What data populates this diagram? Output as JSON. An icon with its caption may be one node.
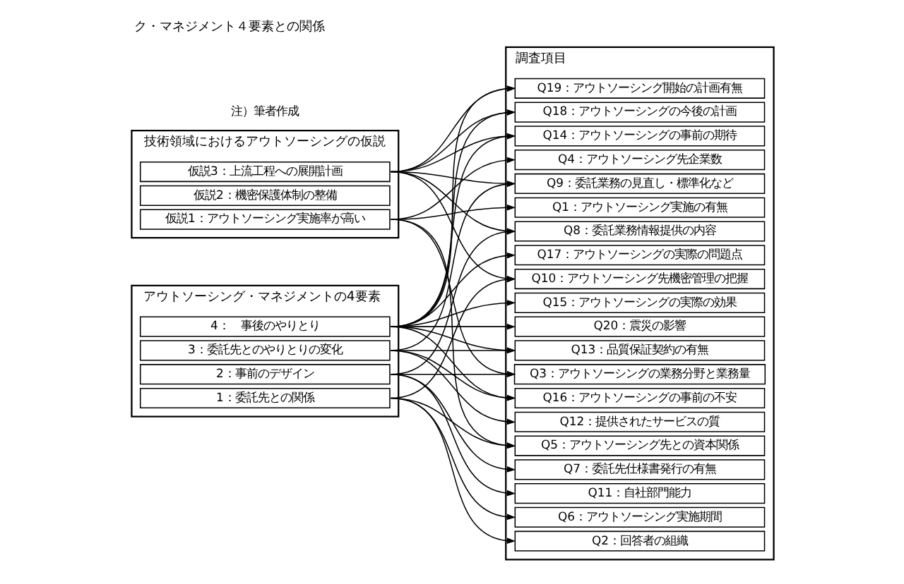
{
  "diagram": {
    "title": "ク・マネジメント４要素との関係",
    "nodes": [
      {
        "text": [
          "技術領域におけるアウトソーシングの仮説"
        ]
      },
      {
        "text": [
          "仮説1：アウトソーシング実施率が高い"
        ],
        "in": 0
      },
      {
        "text": [
          "仮説2：機密保護体制の整備"
        ],
        "in": 0
      },
      {
        "text": [
          "仮説3：上流工程への展開計画"
        ],
        "in": 0
      },
      {
        "text": [
          "アウトソーシング・マネジメントの4要素"
        ]
      },
      {
        "text": [
          "1：委託先との関係"
        ],
        "in": 4
      },
      {
        "text": [
          "2：事前のデザイン"
        ],
        "in": 4
      },
      {
        "text": [
          "3：委託先とのやりとりの変化"
        ],
        "in": 4
      },
      {
        "text": [
          "4：　事後のやりとり"
        ],
        "in": 4
      },
      {
        "text": [
          "調査項目"
        ]
      },
      {
        "text": [
          "Q1：アウトソーシング実施の有無"
        ],
        "in": 9
      },
      {
        "text": [
          "Q2：回答者の組織"
        ],
        "in": 9
      },
      {
        "text": [
          "Q3：アウトソーシングの業務分野と業務量"
        ],
        "in": 9
      },
      {
        "text": [
          "Q4：アウトソーシング先企業数"
        ],
        "in": 9
      },
      {
        "text": [
          "Q5：アウトソーシング先との資本関係"
        ],
        "in": 9
      },
      {
        "text": [
          "Q6：アウトソーシング実施期間"
        ],
        "in": 9
      },
      {
        "text": [
          "Q7：委託先仕様書発行の有無"
        ],
        "in": 9
      },
      {
        "text": [
          "Q8：委託業務情報提供の内容"
        ],
        "in": 9
      },
      {
        "text": [
          "Q9：委託業務の見直し・標準化など"
        ],
        "in": 9
      },
      {
        "text": [
          "Q10：アウトソーシング先機密管理の把握"
        ],
        "in": 9
      },
      {
        "text": [
          "Q11：自社部門能力"
        ],
        "in": 9
      },
      {
        "text": [
          "Q12：提供されたサービスの質"
        ],
        "in": 9
      },
      {
        "text": [
          "Q13：品質保証契約の有無"
        ],
        "in": 9
      },
      {
        "text": [
          "Q14：アウトソーシングの事前の期待"
        ],
        "in": 9
      },
      {
        "text": [
          "Q15：アウトソーシングの実際の効果"
        ],
        "in": 9
      },
      {
        "text": [
          "Q16：アウトソーシングの事前の不安"
        ],
        "in": 9
      },
      {
        "text": [
          "Q17：アウトソーシングの実際の問題点"
        ],
        "in": 9
      },
      {
        "text": [
          "Q18：アウトソーシングの今後の計画"
        ],
        "in": 9
      },
      {
        "text": [
          "Q19：アウトソーシング開始の計画有無"
        ],
        "in": 9
      },
      {
        "text": [
          "Q20：震災の影響"
        ],
        "in": 9
      }
    ],
    "edges": [
      {
        "from": 1,
        "to": 10,
        "arrow": "to"
      },
      {
        "from": 1,
        "to": 12,
        "arrow": "to"
      },
      {
        "from": 1,
        "to": 13,
        "arrow": "to"
      },
      {
        "from": 1,
        "to": 14,
        "arrow": "to"
      },
      {
        "from": 3,
        "to": 17,
        "arrow": "to"
      },
      {
        "from": 3,
        "to": 18,
        "arrow": "to"
      },
      {
        "from": 3,
        "to": 19,
        "arrow": "to"
      },
      {
        "from": 3,
        "to": 23,
        "arrow": "to"
      },
      {
        "from": 3,
        "to": 27,
        "arrow": "to"
      },
      {
        "from": 3,
        "to": 28,
        "arrow": "to"
      },
      {
        "from": 5,
        "to": 11,
        "arrow": "to"
      },
      {
        "from": 5,
        "to": 14,
        "arrow": "to"
      },
      {
        "from": 5,
        "to": 15,
        "arrow": "to"
      },
      {
        "from": 5,
        "to": 19,
        "arrow": "to"
      },
      {
        "from": 6,
        "to": 12,
        "arrow": "to"
      },
      {
        "from": 6,
        "to": 16,
        "arrow": "to"
      },
      {
        "from": 6,
        "to": 17,
        "arrow": "to"
      },
      {
        "from": 6,
        "to": 20,
        "arrow": "to"
      },
      {
        "from": 7,
        "to": 18,
        "arrow": "to"
      },
      {
        "from": 7,
        "to": 21,
        "arrow": "to"
      },
      {
        "from": 7,
        "to": 22,
        "arrow": "to"
      },
      {
        "from": 7,
        "to": 25,
        "arrow": "to"
      },
      {
        "from": 8,
        "to": 22,
        "arrow": "to"
      },
      {
        "from": 8,
        "to": 23,
        "arrow": "to"
      },
      {
        "from": 8,
        "to": 24,
        "arrow": "to"
      },
      {
        "from": 8,
        "to": 25,
        "arrow": "to"
      },
      {
        "from": 8,
        "to": 26,
        "arrow": "to"
      },
      {
        "from": 8,
        "to": 27,
        "arrow": "to"
      },
      {
        "from": 8,
        "to": 28,
        "arrow": "to"
      },
      {
        "from": 8,
        "to": 29,
        "arrow": "to"
      }
    ],
    "labels": [
      "注）筆者作成"
    ]
  }
}
